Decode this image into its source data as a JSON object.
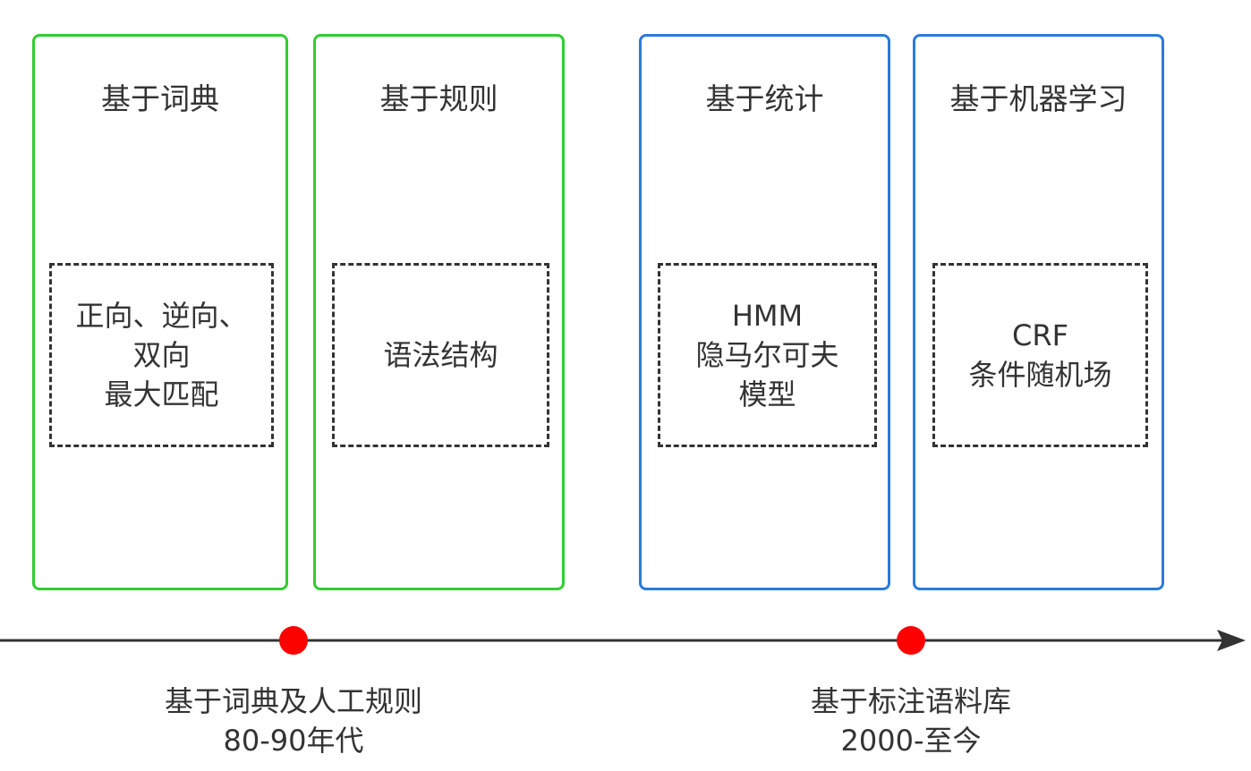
{
  "panels": [
    {
      "title": "基于词典",
      "method": "正向、逆向、\n双向\n最大匹配",
      "group": "early"
    },
    {
      "title": "基于规则",
      "method": "语法结构",
      "group": "early"
    },
    {
      "title": "基于统计",
      "method": "HMM\n隐马尔可夫\n模型",
      "group": "modern"
    },
    {
      "title": "基于机器学习",
      "method": "CRF\n条件随机场",
      "group": "modern"
    }
  ],
  "eras": [
    {
      "label": "基于词典及人工规则\n80-90年代"
    },
    {
      "label": "基于标注语料库\n2000-至今"
    }
  ],
  "colors": {
    "early_border": "#33cc33",
    "modern_border": "#2b7bd9",
    "timeline": "#333333",
    "marker": "#ff0000"
  }
}
